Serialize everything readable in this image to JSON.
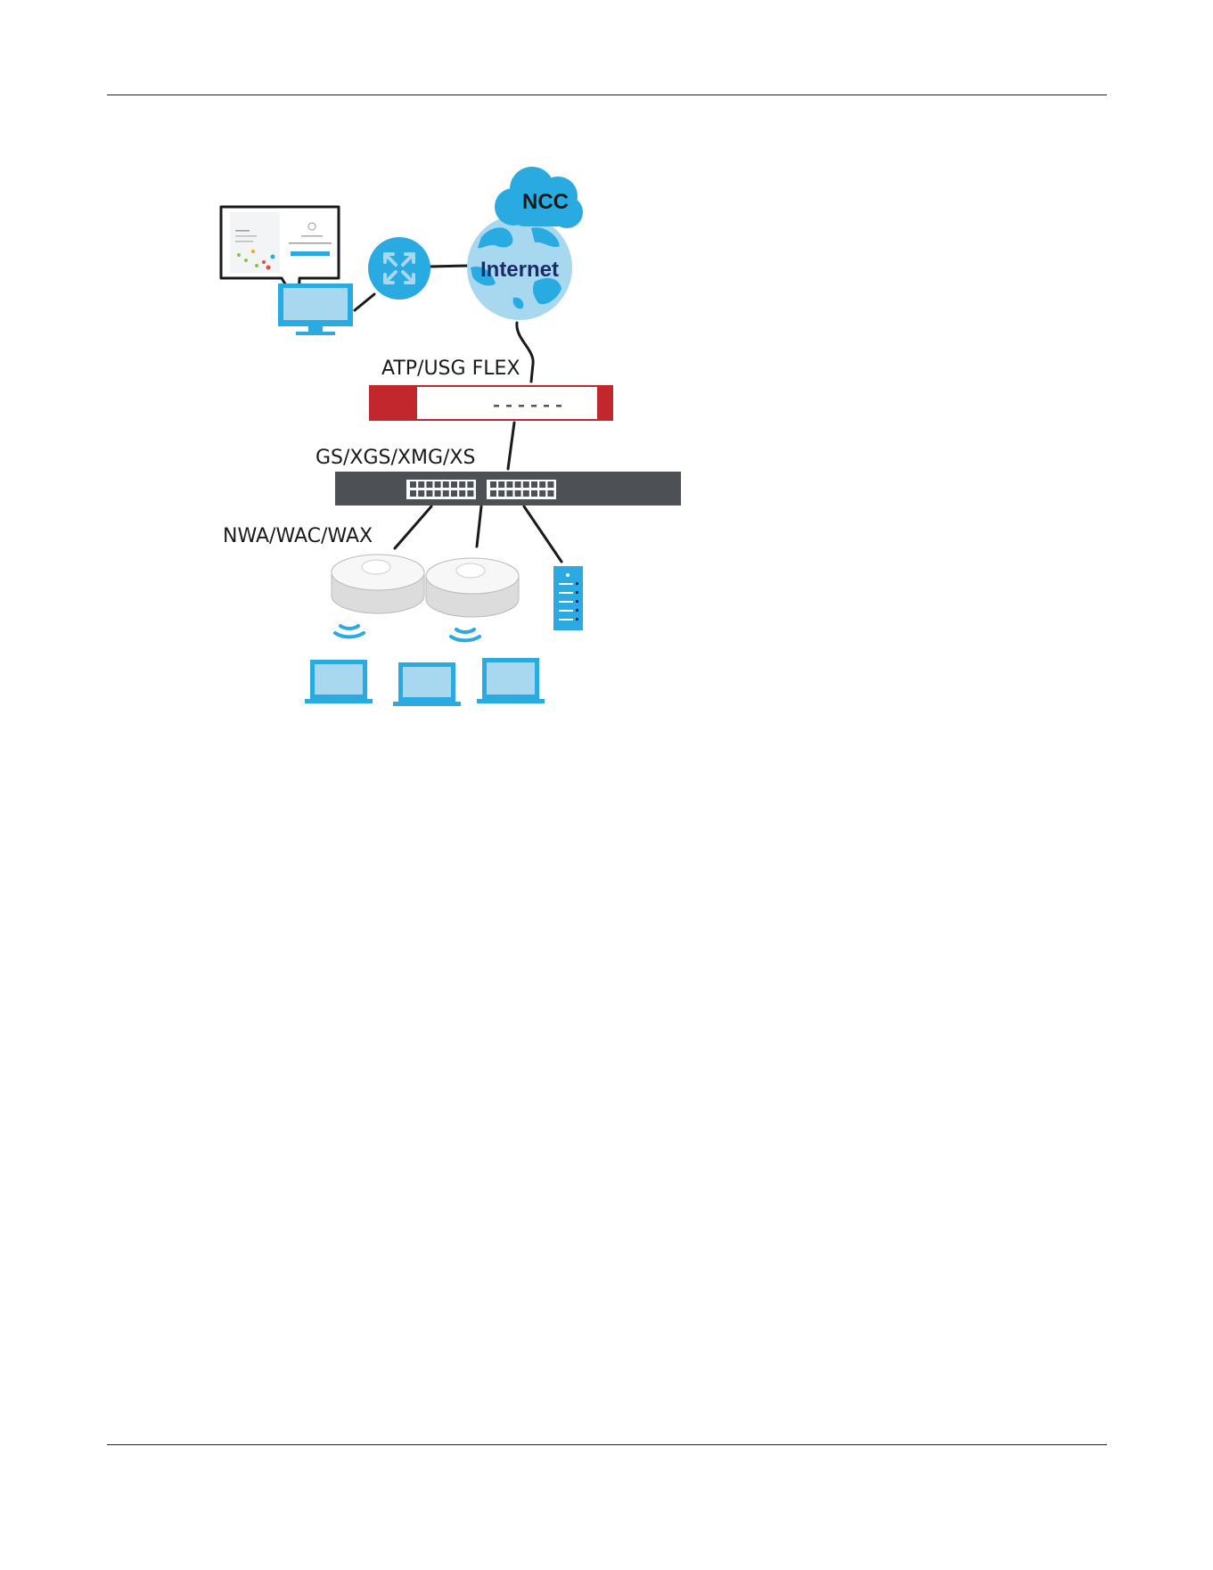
{
  "diagram": {
    "labels": {
      "ncc": "NCC",
      "internet": "Internet",
      "gateway": "ATP/USG FLEX",
      "switch": "GS/XGS/XMG/XS",
      "access_points": "NWA/WAC/WAX"
    },
    "colors": {
      "device_blue": "#29ABE2",
      "globe_blue": "#A8D8F0",
      "globe_land": "#29ABE2",
      "internet_text": "#1B2A6B",
      "firewall_red": "#C1272D",
      "switch_gray": "#4D5156",
      "line": "#1a1a1a"
    }
  }
}
